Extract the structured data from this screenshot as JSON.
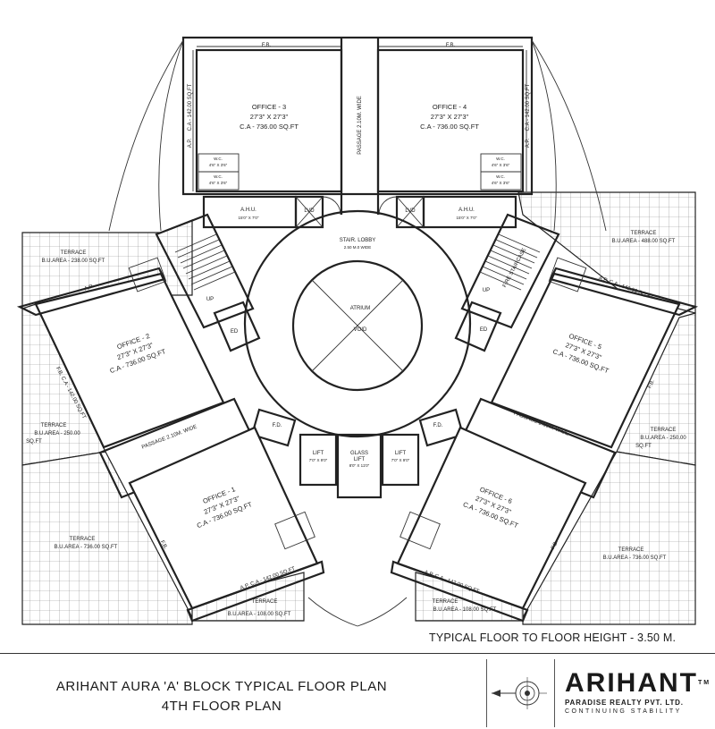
{
  "plan": {
    "fb": "F.B.",
    "ap": "A.P.",
    "passage_vertical": "PASSAGE 2.10M. WIDE",
    "passage_diag": "PASSAGE 2.10M. WIDE",
    "office3": {
      "name": "OFFICE - 3",
      "size": "27'3\" X 27'3\"",
      "area": "C.A - 736.00 SQ.FT"
    },
    "office4": {
      "name": "OFFICE - 4",
      "size": "27'3\" X 27'3\"",
      "area": "C.A - 736.00 SQ.FT"
    },
    "office2": {
      "name": "OFFICE - 2",
      "size": "27'3\" X 27'3\"",
      "area": "C.A - 736.00 SQ.FT"
    },
    "office5": {
      "name": "OFFICE - 5",
      "size": "27'3\" X 27'3\"",
      "area": "C.A - 736.00 SQ.FT"
    },
    "office1": {
      "name": "OFFICE - 1",
      "size": "27'3\" X 27'3\"",
      "area": "C.A - 736.00 SQ.FT"
    },
    "office6": {
      "name": "OFFICE - 6",
      "size": "27'3\" X 27'3\"",
      "area": "C.A - 736.00 SQ.FT"
    },
    "ap_ca_142": "A.P. C.A - 142.00 SQ.FT",
    "fb_ca_142": "F.B. C.A - 142.00 SQ.FT",
    "ca_142": "C.A - 142.00 SQ.FT",
    "wc": "W.C.",
    "wc_size": "4'6\" X 3'6\"",
    "ahu": "A.H.U.",
    "ahu_size": "15'0\" X 7'0\"",
    "lvd": "LVD",
    "stair_lobby": "STAIR. LOBBY",
    "stair_lobby_size": "2.50 M.0 WIDE",
    "atrium": "ATRIUM",
    "void": "VOID",
    "up": "UP",
    "ed": "ED",
    "fd": "F.D.",
    "lift": "LIFT",
    "lift_size": "7'0\" X 9'0\"",
    "glass_lift": "GLASS",
    "glass_lift2": "LIFT",
    "glass_lift_size": "8'0\" X 11'0\"",
    "fire_staircase": "FIRE STAIRCASE",
    "terrace": "TERRACE",
    "terrace_tl": "B.U.AREA - 238.00 SQ.FT",
    "terrace_tr": "B.U.AREA - 488.00 SQ.FT",
    "terrace_ml": "B.U.AREA - 250.00",
    "terrace_mr": "B.U.AREA - 250.00",
    "sqft": "SQ.FT",
    "terrace_bl": "B.U.AREA - 736.00 SQ.FT",
    "terrace_br": "B.U.AREA - 736.00 SQ.FT",
    "terrace_bcl": "B.U.AREA - 108.00 SQ.FT",
    "terrace_bcr": "B.U.AREA - 108.00 SQ.FT"
  },
  "height_note": "TYPICAL FLOOR TO FLOOR HEIGHT - 3.50 M.",
  "title_block": {
    "title": "ARIHANT AURA 'A' BLOCK TYPICAL FLOOR PLAN",
    "subtitle": "4TH FLOOR PLAN"
  },
  "brand": {
    "name": "ARIHANT",
    "tm": "TM",
    "company": "PARADISE REALTY PVT. LTD.",
    "tagline": "CONTINUING STABILITY"
  }
}
